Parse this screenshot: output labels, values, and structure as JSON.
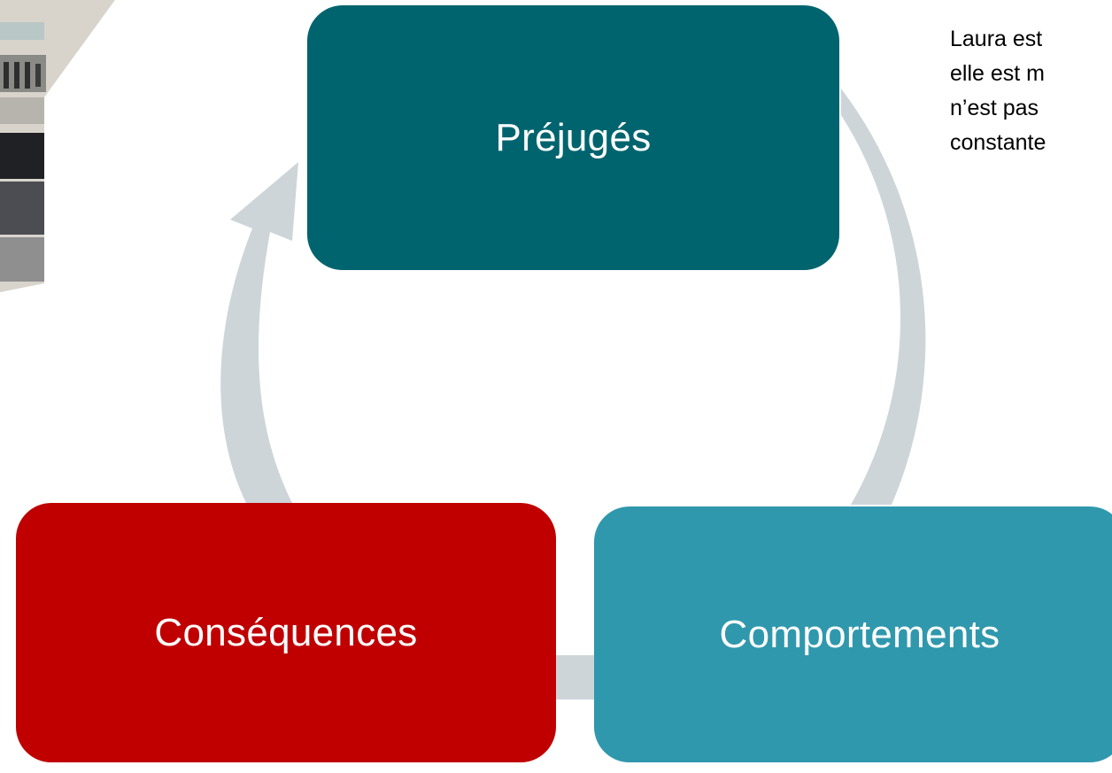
{
  "diagram": {
    "nodes": {
      "prejuges": {
        "label": "Préjugés",
        "color": "#00646E"
      },
      "consequences": {
        "label": "Conséquences",
        "color": "#C00000"
      },
      "comportements": {
        "label": "Comportements",
        "color": "#3098AD"
      }
    },
    "arrow_color": "#CDD5D9"
  },
  "side_text": {
    "lines": [
      "Laura est",
      "elle est m",
      "n’est pas",
      "constante"
    ]
  }
}
